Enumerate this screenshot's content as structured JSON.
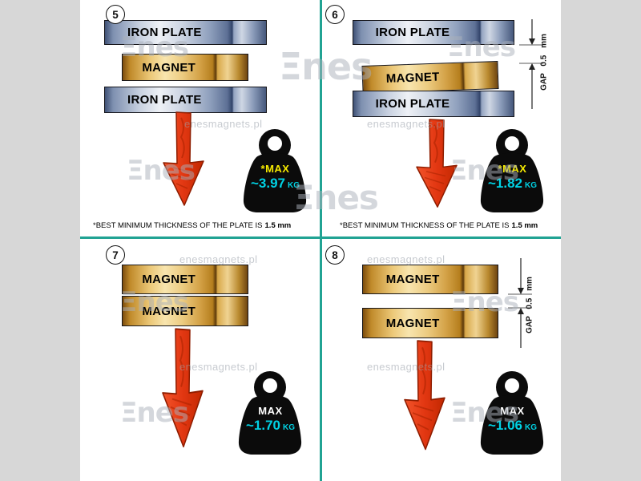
{
  "watermark": {
    "site": "enesmagnets.pl",
    "brand": "Ξnes"
  },
  "colors": {
    "divider": "#21a393",
    "side_bar": "#d7d7d7",
    "arrow": "#e23712",
    "weight_body": "#0b0b0b",
    "value_cyan": "#00d2e4",
    "max_yellow": "#f5ea00",
    "max_white": "#ffffff"
  },
  "panels": {
    "p5": {
      "number": "5",
      "plates": {
        "top": "IRON PLATE",
        "middle": "MAGNET",
        "bottom": "IRON PLATE"
      },
      "weight": {
        "max": "*MAX",
        "max_color": "#f5ea00",
        "value": "~3.97",
        "unit": "KG"
      },
      "footnote": {
        "text": "*BEST MINIMUM THICKNESS OF THE PLATE IS",
        "bold": "1.5 mm"
      }
    },
    "p6": {
      "number": "6",
      "plates": {
        "top": "IRON PLATE",
        "middle": "MAGNET",
        "bottom": "IRON PLATE"
      },
      "gap_label": "GAP 0.5 mm",
      "weight": {
        "max": "*MAX",
        "max_color": "#f5ea00",
        "value": "~1.82",
        "unit": "KG"
      },
      "footnote": {
        "text": "*BEST MINIMUM THICKNESS OF THE PLATE IS",
        "bold": "1.5 mm"
      }
    },
    "p7": {
      "number": "7",
      "plates": {
        "top": "MAGNET",
        "bottom": "MAGNET"
      },
      "weight": {
        "max": "MAX",
        "max_color": "#ffffff",
        "value": "~1.70",
        "unit": "KG"
      }
    },
    "p8": {
      "number": "8",
      "plates": {
        "top": "MAGNET",
        "bottom": "MAGNET"
      },
      "gap_label": "GAP 0.5 mm",
      "weight": {
        "max": "MAX",
        "max_color": "#ffffff",
        "value": "~1.06",
        "unit": "KG"
      }
    }
  }
}
